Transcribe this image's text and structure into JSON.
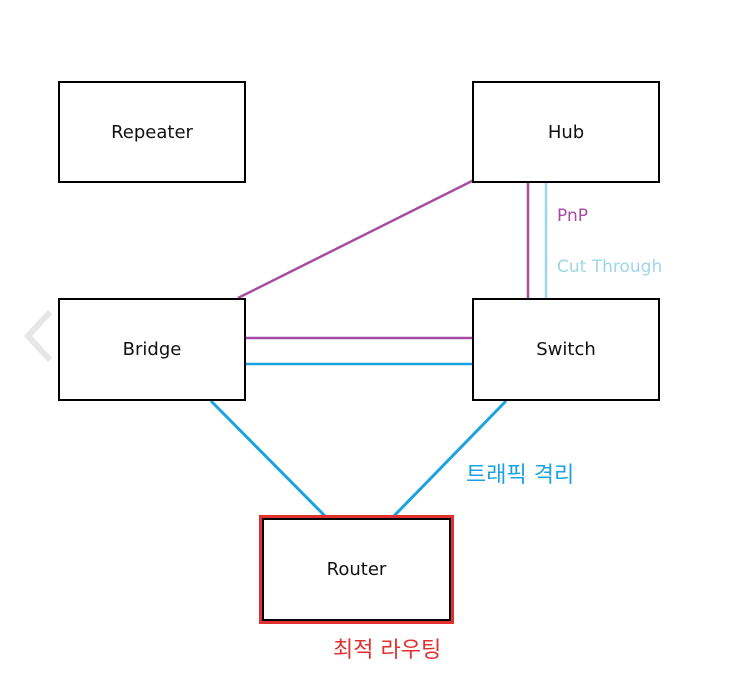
{
  "nodes": {
    "repeater": "Repeater",
    "hub": "Hub",
    "bridge": "Bridge",
    "switch": "Switch",
    "router": "Router"
  },
  "labels": {
    "pnp": "PnP",
    "cut_through": "Cut Through",
    "traffic_isolation": "트래픽 격리",
    "optimal_routing": "최적 라우팅"
  },
  "colors": {
    "pnp": "#a64ca6",
    "cut_through": "#9ed6e8",
    "traffic": "#1aa3e0",
    "routing": "#e03030"
  },
  "icons": {
    "prev": "chevron-left-icon"
  }
}
